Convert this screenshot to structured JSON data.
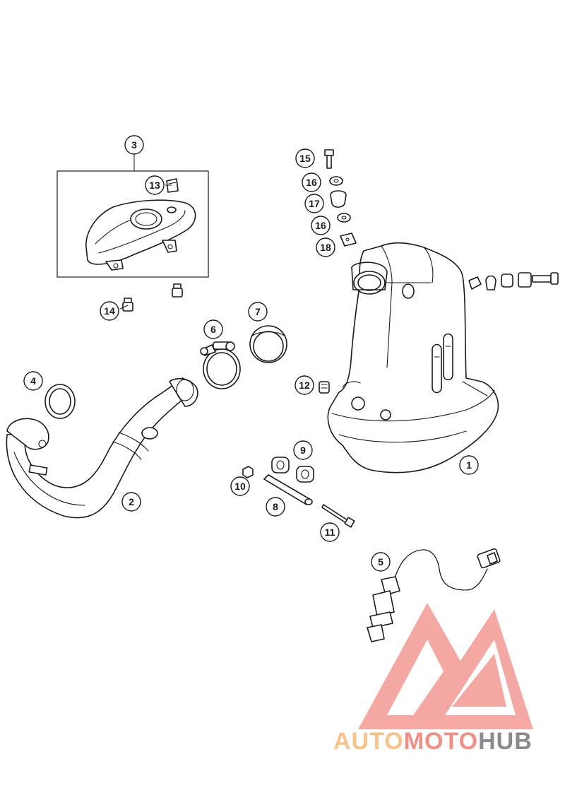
{
  "callouts": [
    {
      "id": "c1",
      "label": "1"
    },
    {
      "id": "c2",
      "label": "2"
    },
    {
      "id": "c3",
      "label": "3"
    },
    {
      "id": "c4",
      "label": "4"
    },
    {
      "id": "c5",
      "label": "5"
    },
    {
      "id": "c6",
      "label": "6"
    },
    {
      "id": "c7",
      "label": "7"
    },
    {
      "id": "c8",
      "label": "8"
    },
    {
      "id": "c9",
      "label": "9"
    },
    {
      "id": "c10",
      "label": "10"
    },
    {
      "id": "c11",
      "label": "11"
    },
    {
      "id": "c12",
      "label": "12"
    },
    {
      "id": "c13",
      "label": "13"
    },
    {
      "id": "c14",
      "label": "14"
    },
    {
      "id": "c15",
      "label": "15"
    },
    {
      "id": "c16a",
      "label": "16"
    },
    {
      "id": "c17",
      "label": "17"
    },
    {
      "id": "c16b",
      "label": "16"
    },
    {
      "id": "c18",
      "label": "18"
    }
  ],
  "watermark": {
    "part1": "AUTO",
    "part2": "MOTO",
    "part3": "HUB",
    "colors": {
      "auto": "#f5c38b",
      "moto": "#f08f87",
      "hub": "#8a8a8a",
      "logo": "#f39a94"
    }
  }
}
